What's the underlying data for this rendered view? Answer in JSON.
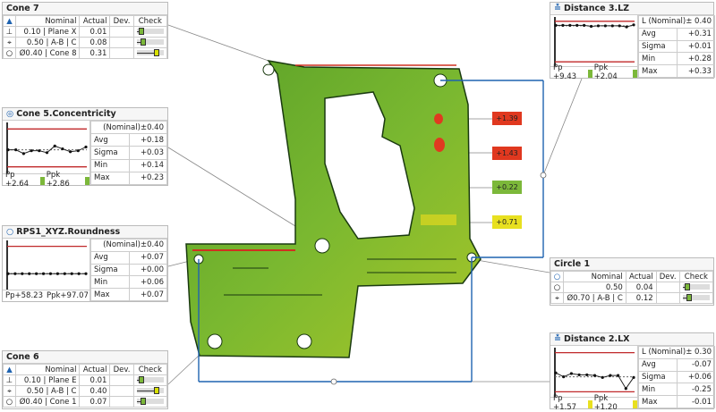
{
  "colors": {
    "accent": "#1f63b0",
    "red": "#e0381f",
    "green": "#7cb83a",
    "yellow": "#e8e020",
    "limit": "#c0282a"
  },
  "cone7": {
    "title": "Cone 7",
    "headers": [
      "Nominal",
      "Actual",
      "Dev.",
      "Check"
    ],
    "rows": [
      {
        "icon": "perpendicularity-icon",
        "glyph": "⊥",
        "nominal": "0.10 | Plane X",
        "actual": "0.01",
        "dev": "",
        "check": 0.1
      },
      {
        "icon": "position-icon",
        "glyph": "⌖",
        "nominal": "0.50 | A-B | C",
        "actual": "0.08",
        "dev": "",
        "check": 0.16
      },
      {
        "icon": "circularity-icon",
        "glyph": "○",
        "nominal": "Ø0.40 | Cone 8",
        "actual": "0.31",
        "dev": "",
        "check": 0.78
      }
    ]
  },
  "cone5": {
    "title": "Cone 5.Concentricity",
    "nominal": "(Nominal)±0.40",
    "stats": [
      [
        "Avg",
        "+0.18"
      ],
      [
        "Sigma",
        "+0.03"
      ],
      [
        "Min",
        "+0.14"
      ],
      [
        "Max",
        "+0.23"
      ]
    ],
    "pp": "Pp +2.64",
    "ppk": "Ppk +2.86",
    "mark": "#7cb83a",
    "limits": [
      0,
      0.4
    ],
    "series": [
      0.18,
      0.18,
      0.14,
      0.17,
      0.17,
      0.15,
      0.22,
      0.19,
      0.16,
      0.17,
      0.21
    ],
    "avg": 0.18,
    "ylim": [
      -0.05,
      0.45
    ]
  },
  "rps1": {
    "title": "RPS1_XYZ.Roundness",
    "nominal": "(Nominal)±0.40",
    "stats": [
      [
        "Avg",
        "+0.07"
      ],
      [
        "Sigma",
        "+0.00"
      ],
      [
        "Min",
        "+0.06"
      ],
      [
        "Max",
        "+0.07"
      ]
    ],
    "pp": "Pp+58.23",
    "ppk": "Ppk+97.07",
    "mark": "#7cb83a",
    "limits": [
      0.4
    ],
    "series": [
      0.07,
      0.07,
      0.07,
      0.07,
      0.07,
      0.07,
      0.07,
      0.07,
      0.07,
      0.07,
      0.07,
      0.07
    ],
    "avg": 0.07,
    "ylim": [
      -0.1,
      0.45
    ]
  },
  "cone6": {
    "title": "Cone 6",
    "headers": [
      "Nominal",
      "Actual",
      "Dev.",
      "Check"
    ],
    "rows": [
      {
        "icon": "perpendicularity-icon",
        "glyph": "⊥",
        "nominal": "0.10 | Plane E",
        "actual": "0.01",
        "dev": "",
        "check": 0.1
      },
      {
        "icon": "position-icon",
        "glyph": "⌖",
        "nominal": "0.50 | A-B | C",
        "actual": "0.40",
        "dev": "",
        "check": 0.8
      },
      {
        "icon": "circularity-icon",
        "glyph": "○",
        "nominal": "Ø0.40 | Cone 1",
        "actual": "0.07",
        "dev": "",
        "check": 0.17
      }
    ]
  },
  "dist3": {
    "title": "Distance 3.LZ",
    "nominal": "L (Nominal)± 0.40",
    "stats": [
      [
        "Avg",
        "+0.31"
      ],
      [
        "Sigma",
        "+0.01"
      ],
      [
        "Min",
        "+0.28"
      ],
      [
        "Max",
        "+0.33"
      ]
    ],
    "pp": "Pp +9.43",
    "ppk": "Ppk +2.04",
    "mark": "#7cb83a",
    "limits": [
      0.4,
      -0.4
    ],
    "series": [
      0.32,
      0.32,
      0.32,
      0.32,
      0.32,
      0.3,
      0.31,
      0.31,
      0.31,
      0.31,
      0.29,
      0.33
    ],
    "avg": 0.31,
    "ylim": [
      -0.45,
      0.45
    ]
  },
  "circle1": {
    "title": "Circle 1",
    "headers": [
      "Nominal",
      "Actual",
      "Dev.",
      "Check"
    ],
    "rows": [
      {
        "icon": "circularity-icon",
        "glyph": "○",
        "nominal": "0.50",
        "actual": "0.04",
        "dev": "",
        "check": 0.08
      },
      {
        "icon": "position-icon",
        "glyph": "⌖",
        "nominal": "Ø0.70 | A-B | C",
        "actual": "0.12",
        "dev": "",
        "check": 0.17
      }
    ]
  },
  "dist2": {
    "title": "Distance 2.LX",
    "nominal": "L (Nominal)± 0.30",
    "stats": [
      [
        "Avg",
        "-0.07"
      ],
      [
        "Sigma",
        "+0.06"
      ],
      [
        "Min",
        "-0.25"
      ],
      [
        "Max",
        "-0.01"
      ]
    ],
    "pp": "Pp +1.57",
    "ppk": "Ppk +1.20",
    "mark": "#e8e020",
    "limits": [
      0.3,
      -0.3
    ],
    "series": [
      -0.01,
      -0.07,
      -0.02,
      -0.04,
      -0.04,
      -0.05,
      -0.08,
      -0.05,
      -0.05,
      -0.25,
      -0.08
    ],
    "avg": -0.07,
    "ylim": [
      -0.35,
      0.35
    ]
  },
  "labels": [
    {
      "text": "+1.39",
      "color": "#e0381f"
    },
    {
      "text": "+1.43",
      "color": "#e0381f"
    },
    {
      "text": "+0.22",
      "color": "#7cb83a"
    },
    {
      "text": "+0.71",
      "color": "#e8e020"
    }
  ]
}
